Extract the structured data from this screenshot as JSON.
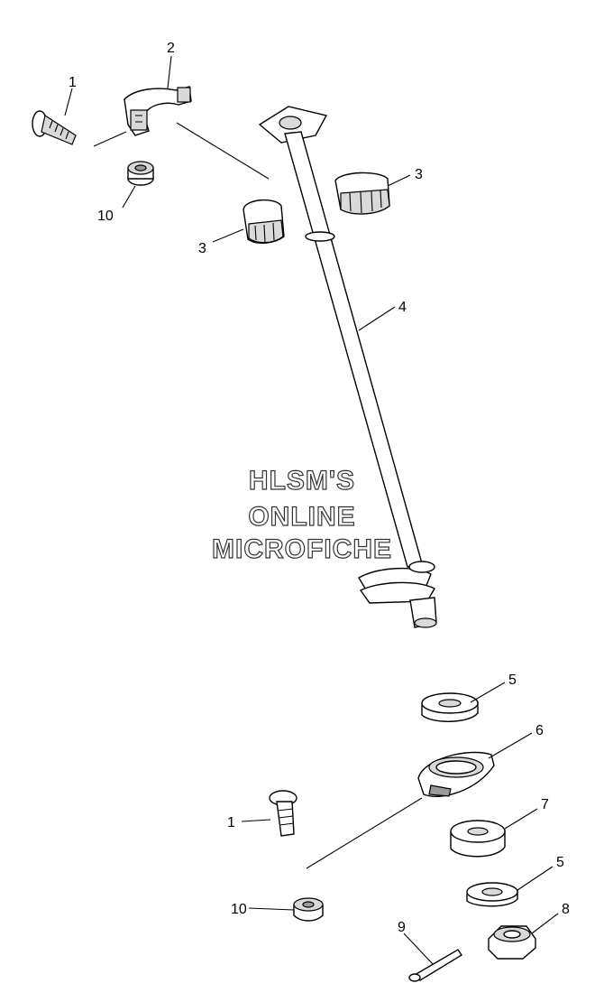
{
  "callouts": {
    "c1a": "1",
    "c2": "2",
    "c3a": "3",
    "c3b": "3",
    "c4": "4",
    "c5a": "5",
    "c6": "6",
    "c1b": "1",
    "c7": "7",
    "c5b": "5",
    "c8": "8",
    "c9": "9",
    "c10a": "10",
    "c10b": "10"
  },
  "watermark": {
    "line1": "HLSM'S",
    "line2": "ONLINE",
    "line3": "MICROFICHE"
  }
}
